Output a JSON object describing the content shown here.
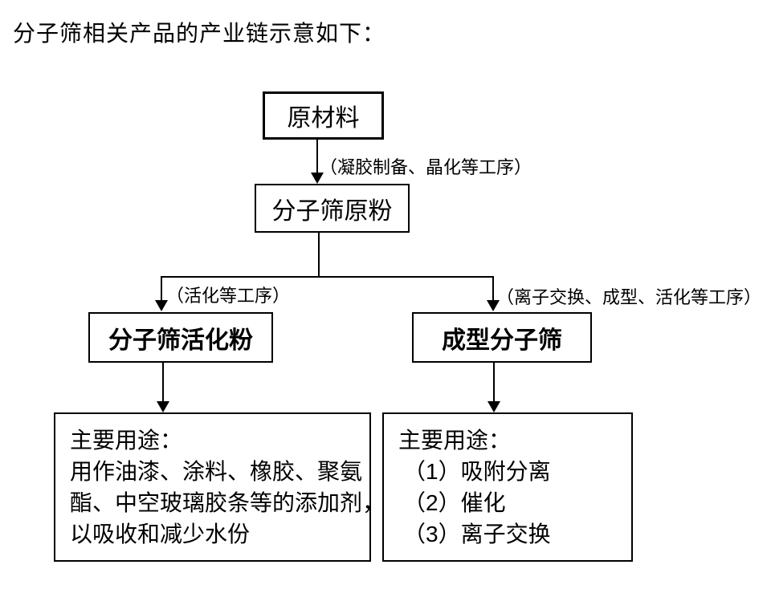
{
  "title": "分子筛相关产品的产业链示意如下：",
  "colors": {
    "line": "#000000",
    "background": "#ffffff",
    "text": "#000000"
  },
  "nodes": {
    "raw_material": "原材料",
    "raw_powder": "分子筛原粉",
    "activated_powder": "分子筛活化粉",
    "formed_sieve": "成型分子筛",
    "activated_uses": {
      "heading": "主要用途：",
      "lines": [
        "用作油漆、涂料、橡胶、聚氨",
        "酯、中空玻璃胶条等的添加剂，",
        "以吸收和减少水份"
      ]
    },
    "formed_uses": {
      "heading": "主要用途：",
      "items": [
        "（1）吸附分离",
        "（2）催化",
        "（3）离子交换"
      ]
    }
  },
  "edge_labels": {
    "gel_prep": "（凝胶制备、晶化等工序）",
    "activation": "（活化等工序）",
    "ion_exchange": "（离子交换、成型、活化等工序）"
  }
}
